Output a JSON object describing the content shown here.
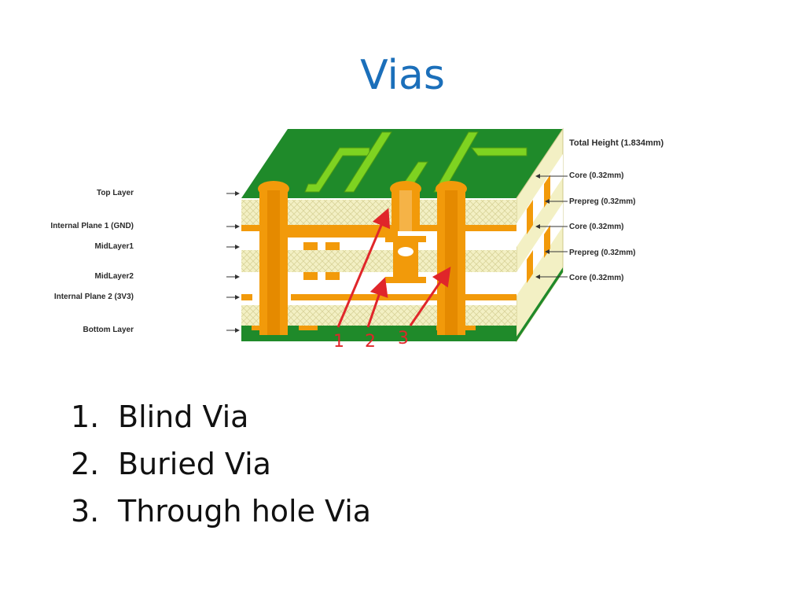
{
  "slide": {
    "title": "Vias"
  },
  "diagram": {
    "layer_labels": [
      "Top Layer",
      "Internal Plane 1 (GND)",
      "MidLayer1",
      "MidLayer2",
      "Internal Plane 2 (3V3)",
      "Bottom Layer"
    ],
    "thickness_labels": {
      "total": "Total Height (1.834mm)",
      "core1": "Core (0.32mm)",
      "prepreg1": "Prepreg (0.32mm)",
      "core2": "Core (0.32mm)",
      "prepreg2": "Prepreg (0.32mm)",
      "core3": "Core (0.32mm)"
    },
    "callouts": [
      "1",
      "2",
      "3"
    ],
    "colors": {
      "board_green": "#1f8a2a",
      "trace_green": "#7ed321",
      "copper": "#f29a0a",
      "core_fill": "#f3f0c4",
      "prepreg_fill": "#ffffff",
      "arrow_red": "#e0262a",
      "title_blue": "#1b6fba"
    }
  },
  "list": {
    "items": [
      {
        "num": "1.",
        "label": "Blind Via"
      },
      {
        "num": "2.",
        "label": "Buried Via"
      },
      {
        "num": "3.",
        "label": "Through hole Via"
      }
    ]
  }
}
